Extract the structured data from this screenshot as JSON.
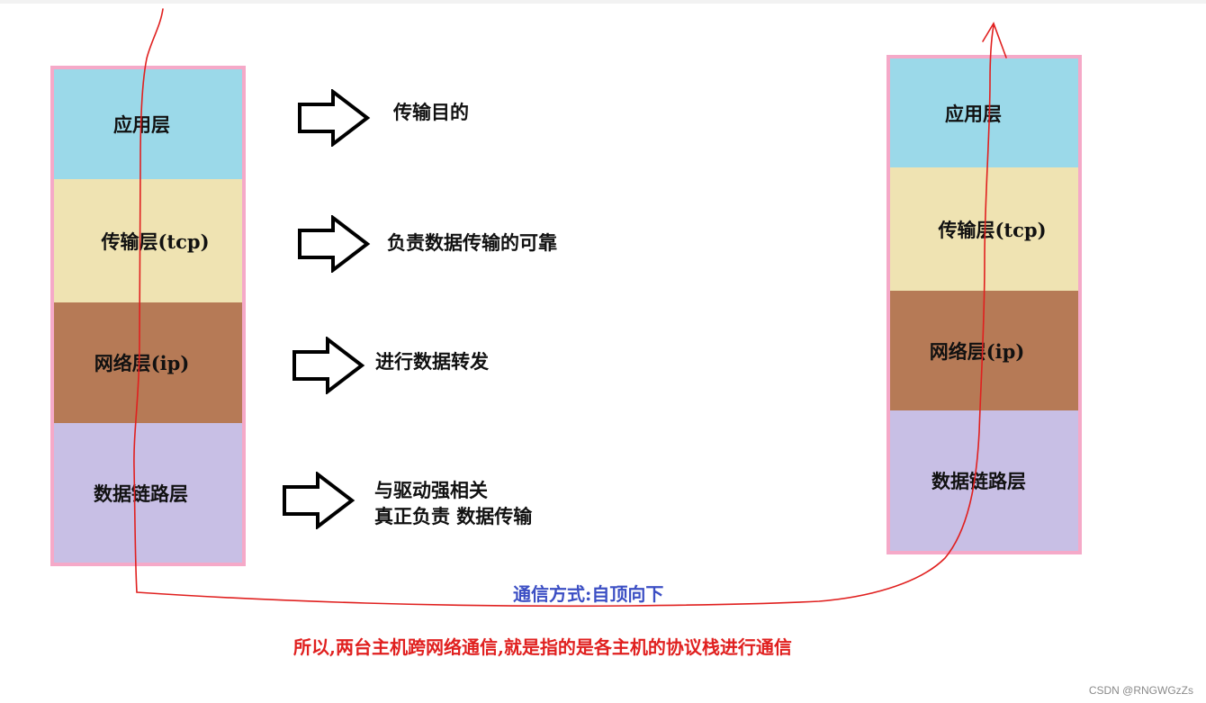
{
  "left_stack": {
    "layers": [
      {
        "label": "应用层",
        "color": "#9bd9e9"
      },
      {
        "label": "传输层(tcp)",
        "color": "#efe3b2"
      },
      {
        "label": "网络层(ip)",
        "color": "#b67a56"
      },
      {
        "label": "数据链路层",
        "color": "#c8bfe5"
      }
    ]
  },
  "right_stack": {
    "layers": [
      {
        "label": "应用层",
        "color": "#9bd9e9"
      },
      {
        "label": "传输层(tcp)",
        "color": "#efe3b2"
      },
      {
        "label": "网络层(ip)",
        "color": "#b67a56"
      },
      {
        "label": "数据链路层",
        "color": "#c8bfe5"
      }
    ]
  },
  "descriptions": [
    {
      "text": "传输目的"
    },
    {
      "text": "负责数据传输的可靠"
    },
    {
      "text": "进行数据转发"
    },
    {
      "line1": "与驱动强相关",
      "line2": "真正负责 数据传输"
    }
  ],
  "captions": {
    "flow": "通信方式:自顶向下",
    "conclusion": "所以,两台主机跨网络通信,就是指的是各主机的协议栈进行通信"
  },
  "colors": {
    "stack_border": "#f5a9c8",
    "path_line": "#e0201f",
    "flow_caption": "#3c4fc4"
  },
  "watermark": "CSDN @RNGWGzZs"
}
